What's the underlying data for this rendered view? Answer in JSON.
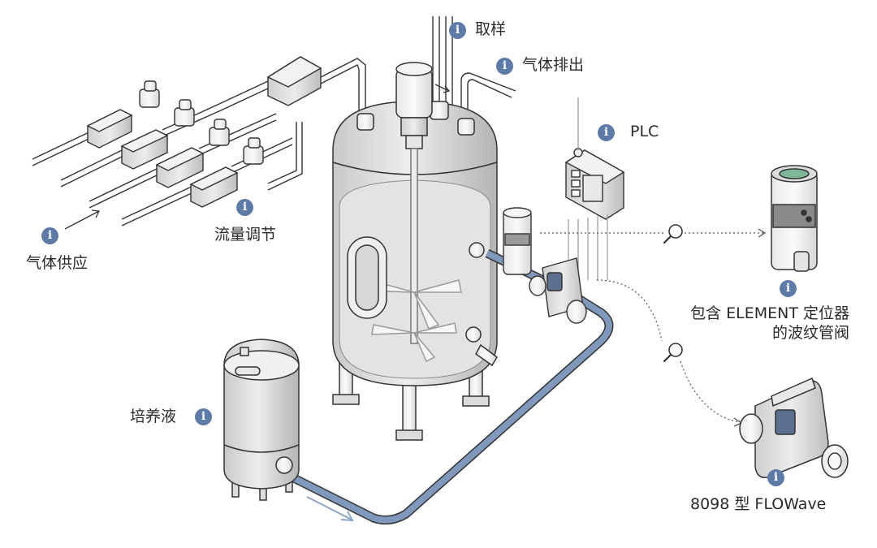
{
  "icons": {
    "info_glyph": "i",
    "info_color": "#5e7aa6",
    "pipe_blue": "#7f98bb",
    "outline": "#333333"
  },
  "labels": {
    "sampling": "取样",
    "gas_exhaust": "气体排出",
    "plc": "PLC",
    "flow_regulation": "流量调节",
    "gas_supply": "气体供应",
    "bellows_valve_line1": "包含 ELEMENT 定位器",
    "bellows_valve_line2": "的波纹管阀",
    "culture_medium": "培养液",
    "flowmeter": "8098 型 FLOWave"
  }
}
